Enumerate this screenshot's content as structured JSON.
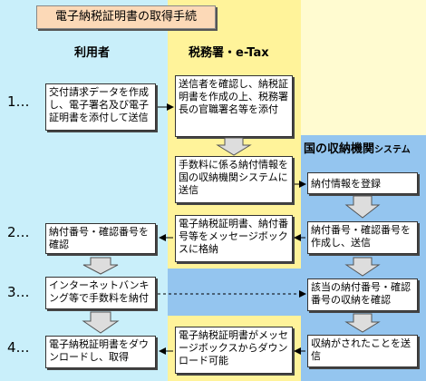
{
  "title": "電子納税証明書の取得手続",
  "headers": {
    "user": "利用者",
    "tax": "税務署・e-Tax",
    "bank_main": "国の収納機関",
    "bank_suffix": "システム"
  },
  "steps": [
    "1…",
    "2…",
    "3…",
    "4…"
  ],
  "boxes": {
    "user_1": "交付請求データを作成し、電子署名及び電子証明書を添付して送信",
    "tax_1": "送信者を確認し、納税証明書を作成の上、税務署長の官職署名等を添付",
    "tax_fee": "手数料に係る納付情報を国の収納機関システムに送信",
    "bank_reg": "納付情報を登録",
    "user_2": "納付番号・確認番号を確認",
    "tax_2": "電子納税証明書、納付番号等をメッセージボックスに格納",
    "bank_2": "納付番号・確認番号を作成し、送信",
    "user_3": "インターネットバンキング等で手数料を納付",
    "bank_3": "該当の納付番号・確認番号の収納を確認",
    "user_4": "電子納税証明書をダウンロードし、取得",
    "tax_4": "電子納税証明書がメッセージボックスからダウンロード可能",
    "bank_4": "収納がされたことを送信"
  }
}
